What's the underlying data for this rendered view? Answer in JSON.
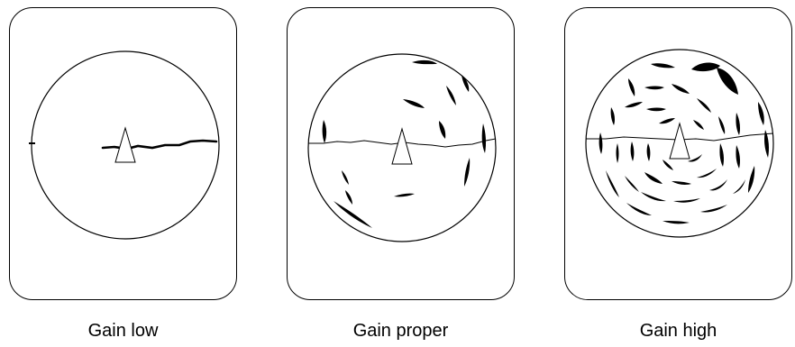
{
  "panels": [
    {
      "id": "low",
      "caption": "Gain low"
    },
    {
      "id": "proper",
      "caption": "Gain proper"
    },
    {
      "id": "high",
      "caption": "Gain high"
    }
  ],
  "colors": {
    "ink": "#000000",
    "background": "#ffffff"
  },
  "icons": {
    "own_ship": "ship-triangle-icon"
  }
}
